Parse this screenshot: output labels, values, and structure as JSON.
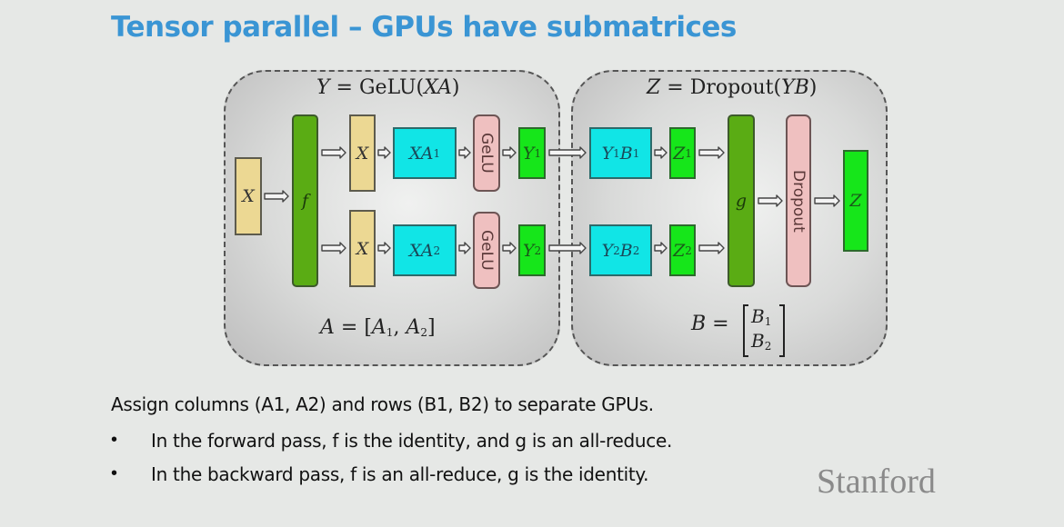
{
  "slide": {
    "title": "Tensor parallel – GPUs have submatrices",
    "logo": "Stanford",
    "body": {
      "intro": "Assign columns (A1, A2) and rows (B1, B2) to separate GPUs.",
      "bullets": [
        "In the forward pass, f is the identity, and g is an all-reduce.",
        "In the backward pass, f is an all-reduce, g is the identity."
      ],
      "bullet_glyph": "•"
    }
  },
  "diagram": {
    "left_panel": {
      "equation_top": {
        "lhs": "Y",
        "eq": "=",
        "rhs_fn": "GeLU",
        "rhs_arg": "XA"
      },
      "equation_bottom": {
        "lhs": "A",
        "eq": "=",
        "parts": [
          "A",
          "1",
          "A",
          "2"
        ]
      },
      "nodes": {
        "input_x": "X",
        "f": "f",
        "x_top": "X",
        "x_bottom": "X",
        "xa1": {
          "base": "XA",
          "sub": "1"
        },
        "xa2": {
          "base": "XA",
          "sub": "2"
        },
        "gelu_top": "GeLU",
        "gelu_bottom": "GeLU",
        "y1": {
          "base": "Y",
          "sub": "1"
        },
        "y2": {
          "base": "Y",
          "sub": "2"
        }
      }
    },
    "right_panel": {
      "equation_top": {
        "lhs": "Z",
        "eq": "=",
        "rhs_fn": "Dropout",
        "rhs_arg": "YB"
      },
      "equation_bottom": {
        "lhs": "B",
        "eq": "=",
        "parts": [
          "B",
          "1",
          "B",
          "2"
        ]
      },
      "nodes": {
        "y1b1": {
          "a": "Y",
          "a_sub": "1",
          "b": "B",
          "b_sub": "1"
        },
        "y2b2": {
          "a": "Y",
          "a_sub": "2",
          "b": "B",
          "b_sub": "2"
        },
        "z1": {
          "base": "Z",
          "sub": "1"
        },
        "z2": {
          "base": "Z",
          "sub": "2"
        },
        "g": "g",
        "dropout": "Dropout",
        "output_z": "Z"
      }
    },
    "colors": {
      "input": "#ecd893",
      "comm_op": "#5aac14",
      "matmul": "#11e5e6",
      "activation": "#efc0c0",
      "output": "#16e61a",
      "title": "#3a95d4"
    }
  }
}
